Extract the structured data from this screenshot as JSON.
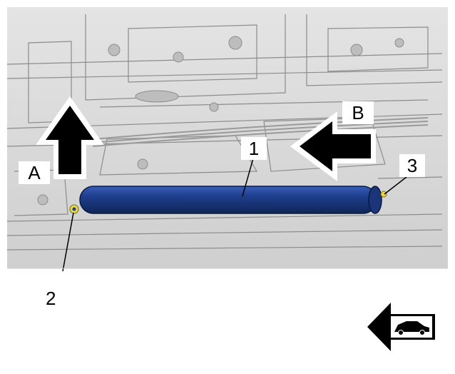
{
  "callouts": {
    "arrow_a": "A",
    "arrow_b": "B",
    "part_1": "1",
    "part_2": "2",
    "part_3": "3"
  },
  "icons": {
    "direction": "vehicle-front-direction-icon"
  },
  "colors": {
    "component": "#1f3f8f",
    "fastener": "#e8d84a",
    "structure": "#dcdcdc"
  }
}
